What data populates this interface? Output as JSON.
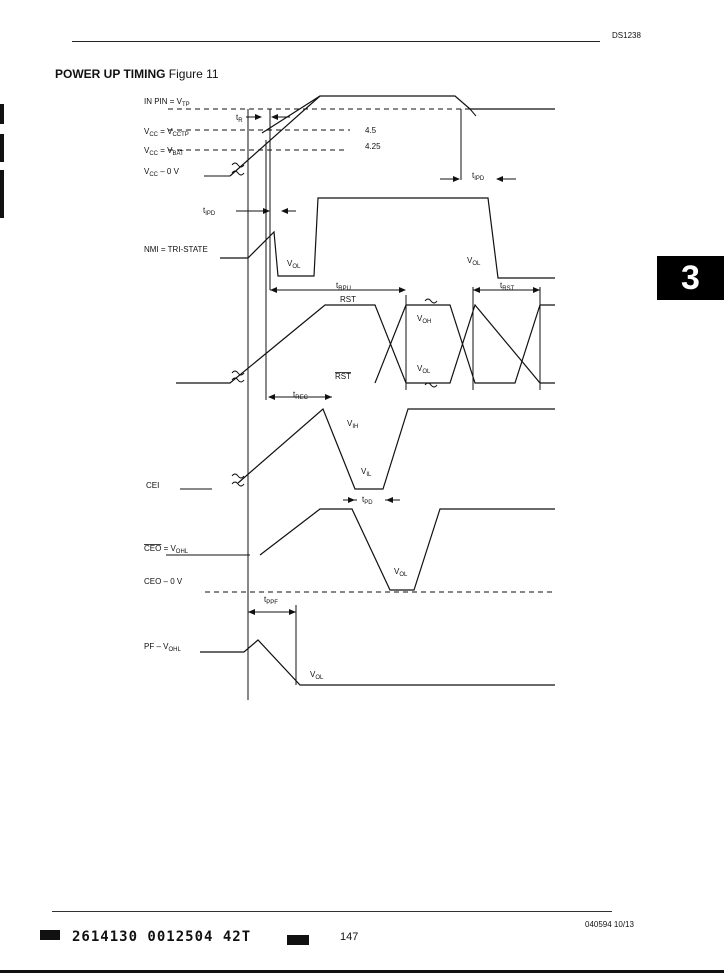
{
  "header": {
    "part_number": "DS1238"
  },
  "title": {
    "heading": "POWER UP TIMING",
    "figure": "Figure 11"
  },
  "side_tab": "3",
  "signals": {
    "in_pin": [
      "IN PIN = V",
      "TP"
    ],
    "vcc_cctp": [
      "V",
      "CC",
      " = V",
      "CCTP"
    ],
    "vcc_bat": [
      "V",
      "CC",
      " = V",
      "BAT"
    ],
    "vcc_0v": [
      "V",
      "CC",
      " – 0 V"
    ],
    "nmi": "NMI = TRI-STATE",
    "cei": "CEI",
    "ceo_ohl": [
      "CEO",
      " = V",
      "OHL"
    ],
    "ceo_0v": "CEO – 0 V",
    "pf": [
      "PF – V",
      "OHL"
    ]
  },
  "levels": {
    "v45": "4.5",
    "v425": "4.25"
  },
  "timings": {
    "tr": [
      "t",
      "R"
    ],
    "tipd1": [
      "t",
      "IPD"
    ],
    "tipd2": [
      "t",
      "IPD"
    ],
    "trpu": [
      "t",
      "RPU"
    ],
    "trst": [
      "t",
      "RST"
    ],
    "trec": [
      "t",
      "REC"
    ],
    "tpd": [
      "t",
      "PD"
    ],
    "tppf": [
      "t",
      "PPF"
    ]
  },
  "labels": {
    "vol_nmi1": [
      "V",
      "OL"
    ],
    "vol_nmi2": [
      "V",
      "OL"
    ],
    "rst": "RST",
    "rst_bar": "RST",
    "voh": [
      "V",
      "OH"
    ],
    "vol_rst": [
      "V",
      "OL"
    ],
    "vih": [
      "V",
      "IH"
    ],
    "vil": [
      "V",
      "IL"
    ],
    "vol_ceo": [
      "V",
      "OL"
    ],
    "vol_pf": [
      "V",
      "OL"
    ]
  },
  "footer": {
    "doc_code": "040594 10/13",
    "barcode_text": "2614130 0012504 42T",
    "page_number": "147"
  }
}
